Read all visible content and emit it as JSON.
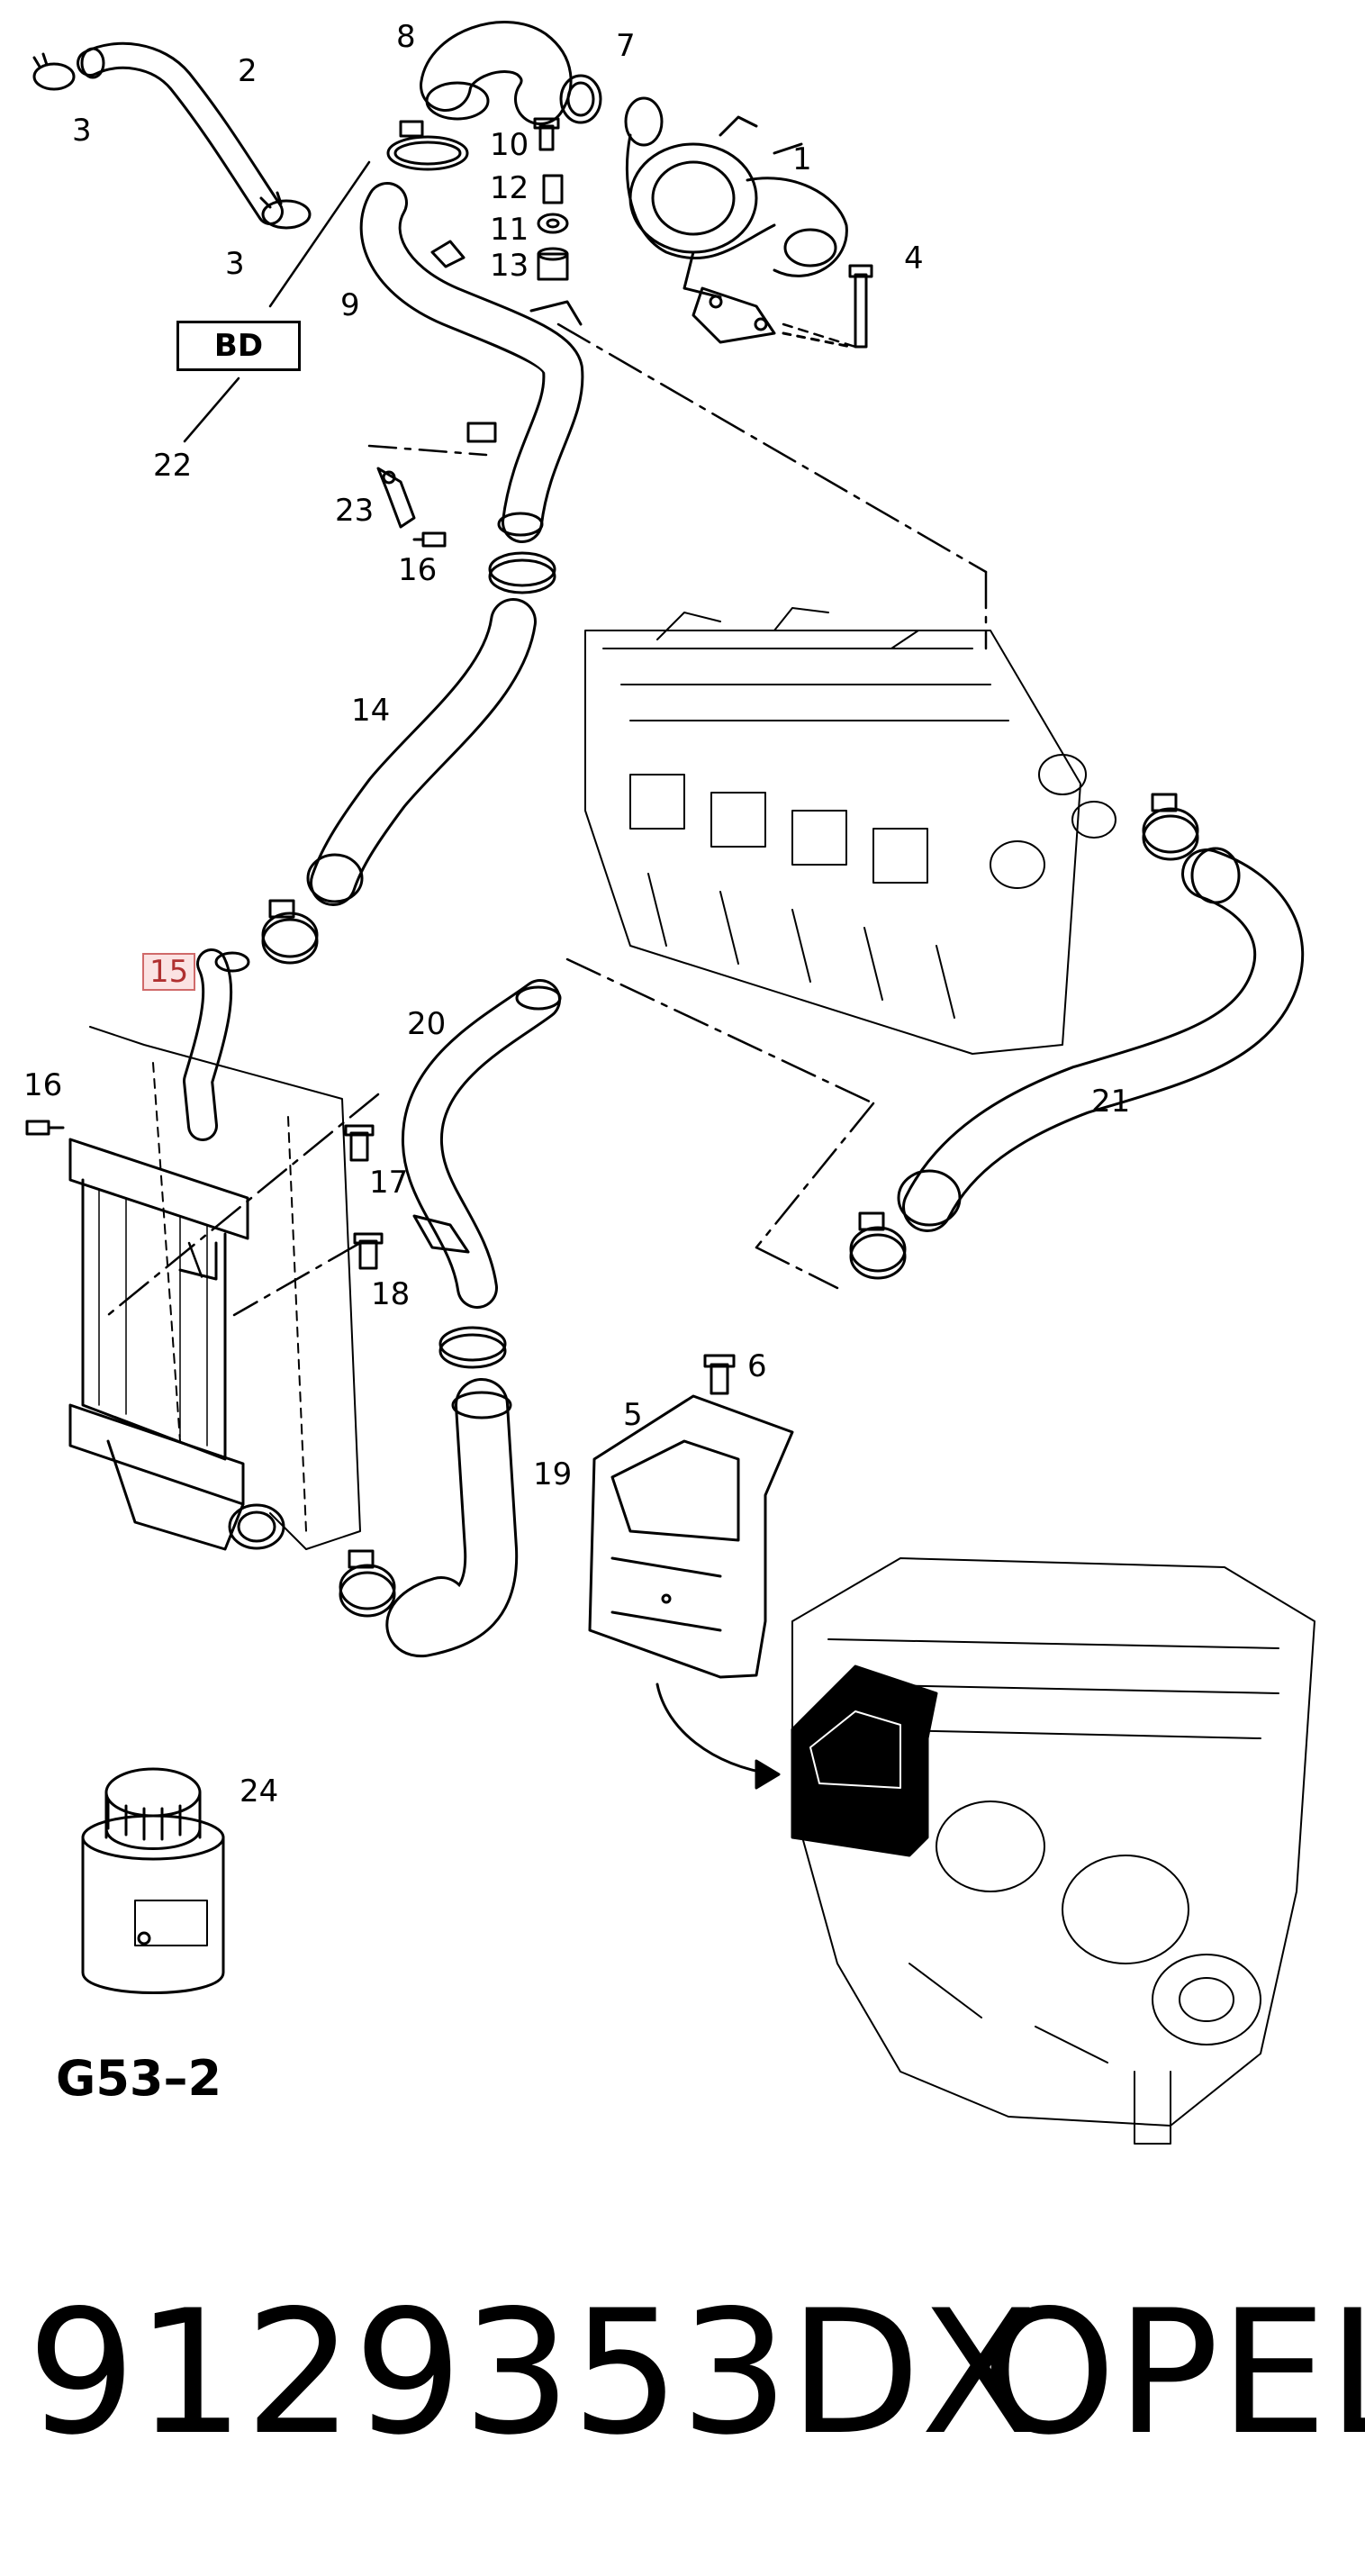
{
  "diagram": {
    "reference_code": "G53–2",
    "box_label": "BD",
    "callouts": {
      "c1": "1",
      "c2": "2",
      "c3a": "3",
      "c3b": "3",
      "c4": "4",
      "c5": "5",
      "c6": "6",
      "c7": "7",
      "c8": "8",
      "c9": "9",
      "c10": "10",
      "c11": "11",
      "c12": "12",
      "c13": "13",
      "c14": "14",
      "c15": "15",
      "c16a": "16",
      "c16b": "16",
      "c17": "17",
      "c18": "18",
      "c19": "19",
      "c20": "20",
      "c21": "21",
      "c22": "22",
      "c23": "23",
      "c24": "24"
    },
    "highlighted_callout": "15"
  },
  "footer": {
    "part_number": "9129353DX",
    "brand": "OPEL"
  },
  "colors": {
    "line": "#000000",
    "highlight_border": "#d06a6a",
    "highlight_fill": "#fbe3e3",
    "highlight_text": "#b03030"
  }
}
